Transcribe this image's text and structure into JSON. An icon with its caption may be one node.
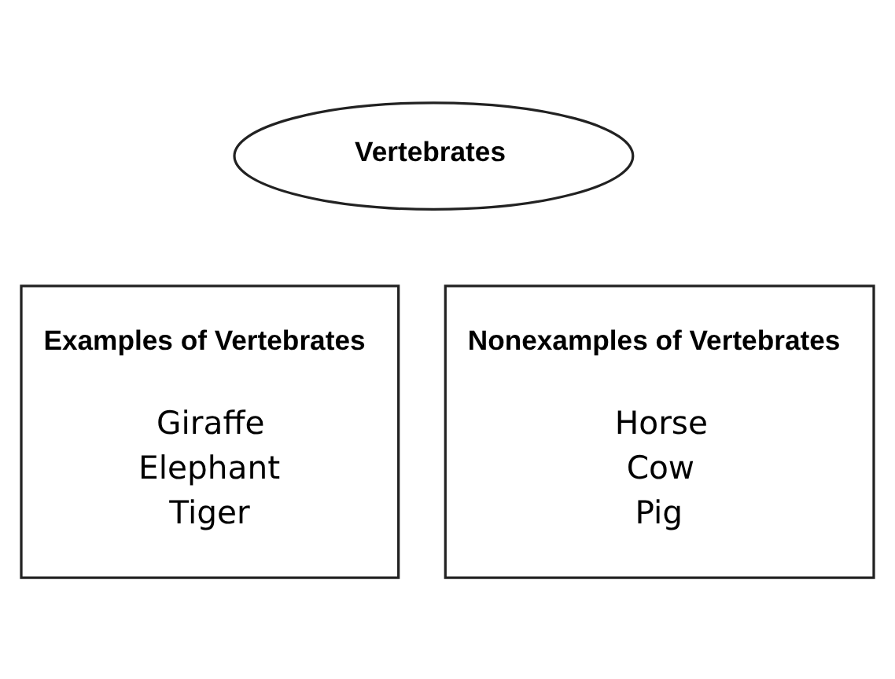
{
  "diagram": {
    "nodes": [
      {
        "text": [
          "Vertebrates"
        ]
      },
      {
        "text": [
          "Examples of Vertebrates",
          "Giraffe",
          "Elephant",
          "Tiger"
        ]
      },
      {
        "text": [
          "Nonexamples of Vertebrates",
          "Horse",
          "Cow",
          "Pig"
        ]
      }
    ]
  }
}
